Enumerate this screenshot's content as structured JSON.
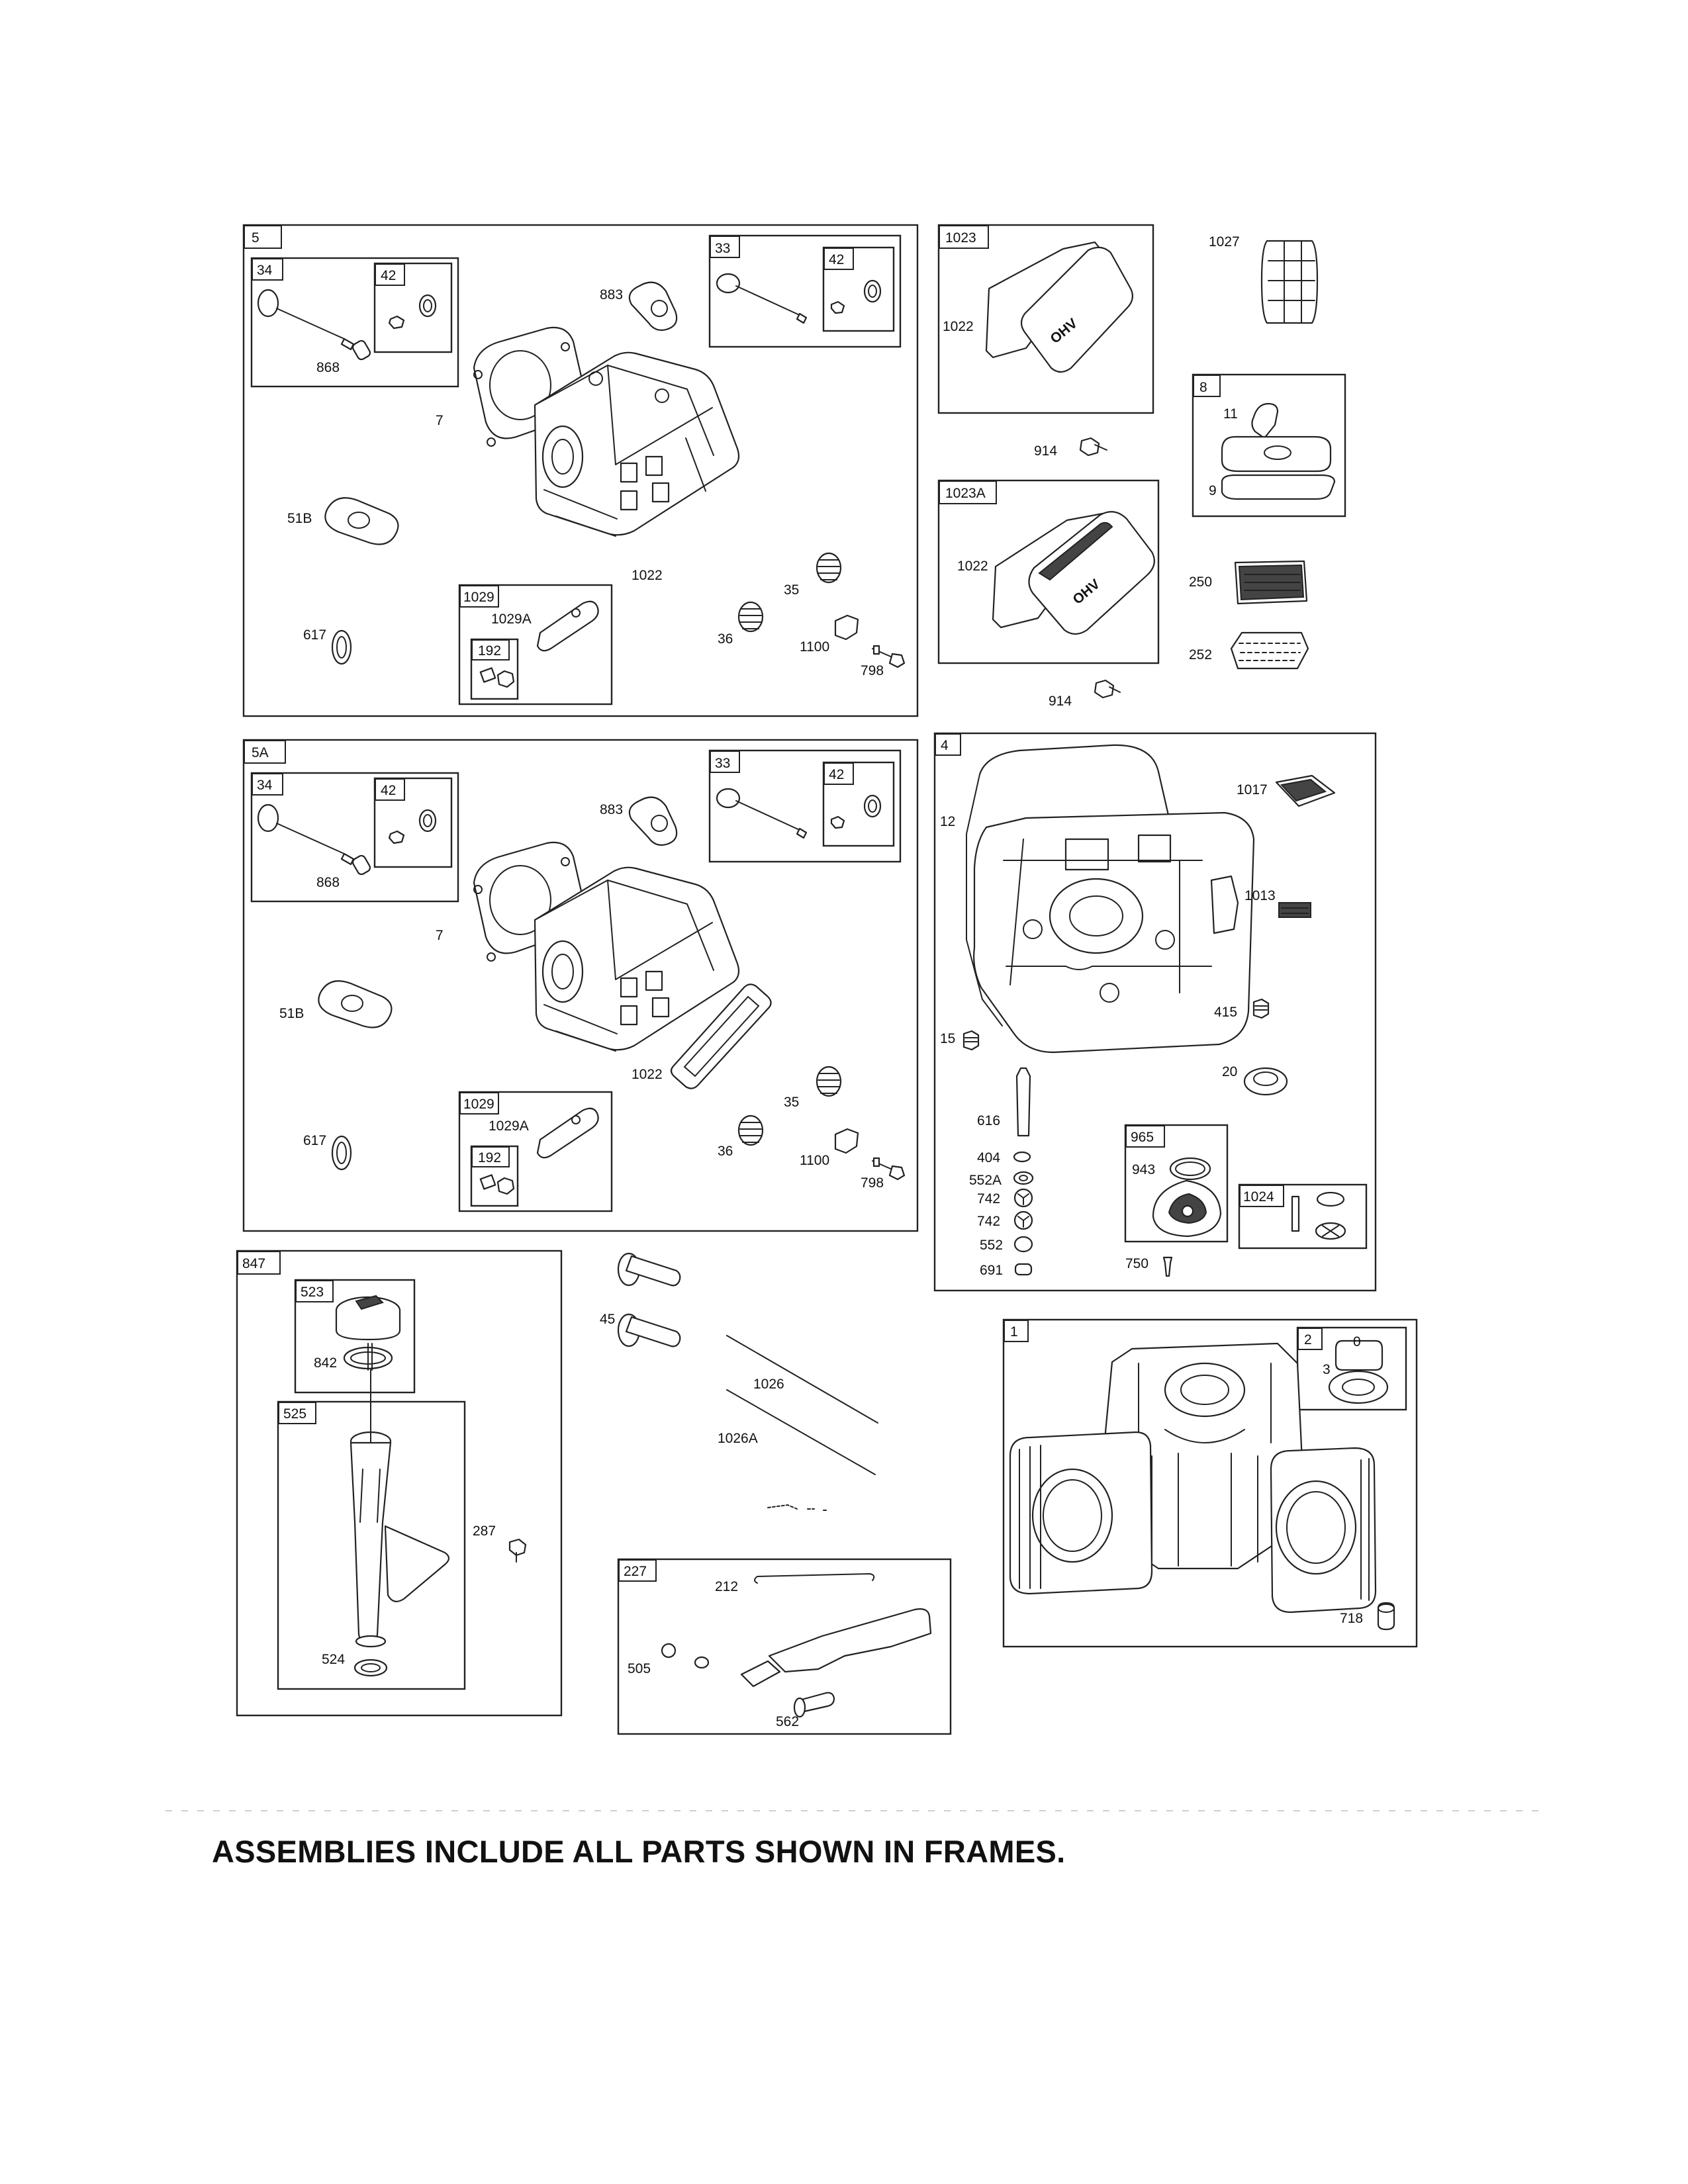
{
  "footer": {
    "note": "ASSEMBLIES INCLUDE ALL PARTS SHOWN IN FRAMES."
  },
  "frames": {
    "f5": "5",
    "f5_34": "34",
    "f5_42a": "42",
    "f5_33": "33",
    "f5_42b": "42",
    "f5_1029": "1029",
    "f5_192": "192",
    "f5a": "5A",
    "f5a_34": "34",
    "f5a_42a": "42",
    "f5a_33": "33",
    "f5a_42b": "42",
    "f5a_1029": "1029",
    "f5a_192": "192",
    "f1023": "1023",
    "f1023a": "1023A",
    "f8": "8",
    "f4": "4",
    "f965": "965",
    "f1024": "1024",
    "f847": "847",
    "f523": "523",
    "f525": "525",
    "f1": "1",
    "f2": "2",
    "f227": "227"
  },
  "labels": {
    "h1_868": "868",
    "h1_883": "883",
    "h1_7": "7",
    "h1_51b": "51B",
    "h1_1022": "1022",
    "h1_1029a": "1029A",
    "h1_617": "617",
    "h1_35": "35",
    "h1_36": "36",
    "h1_1100": "1100",
    "h1_798": "798",
    "h2_868": "868",
    "h2_883": "883",
    "h2_7": "7",
    "h2_51b": "51B",
    "h2_1022": "1022",
    "h2_1029a": "1029A",
    "h2_617": "617",
    "h2_35": "35",
    "h2_36": "36",
    "h2_1100": "1100",
    "h2_798": "798",
    "v_1022a": "1022",
    "v_914a": "914",
    "v_1022b": "1022",
    "v_914b": "914",
    "p_1027": "1027",
    "p_11": "11",
    "p_9": "9",
    "p_250": "250",
    "p_252": "252",
    "c_12": "12",
    "c_1017": "1017",
    "c_1013": "1013",
    "c_415": "415",
    "c_15": "15",
    "c_20": "20",
    "c_616": "616",
    "c_404": "404",
    "c_552a": "552A",
    "c_742a": "742",
    "c_742b": "742",
    "c_552": "552",
    "c_691": "691",
    "c_943": "943",
    "c_750": "750",
    "d_842": "842",
    "d_287": "287",
    "d_524": "524",
    "m_45": "45",
    "m_1026": "1026",
    "m_1026a": "1026A",
    "g_212": "212",
    "g_505": "505",
    "g_562": "562",
    "b_0": "0",
    "b_3": "3",
    "b_718": "718"
  },
  "stamps": {
    "ohv": "OHV"
  }
}
